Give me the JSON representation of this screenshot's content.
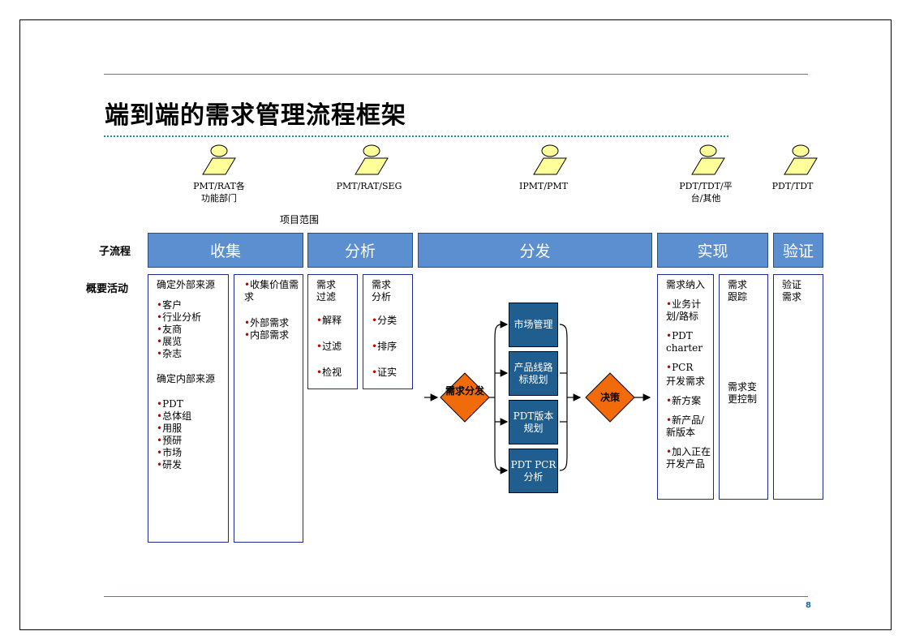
{
  "slide": {
    "title": "端到端的需求管理流程框架",
    "page_number": "8",
    "scope_label": "项目范围",
    "row_labels": {
      "subprocess": "子流程",
      "activities": "概要活动"
    }
  },
  "roles": [
    {
      "label": "PMT/RAT各\n功能部门"
    },
    {
      "label": "PMT/RAT/SEG"
    },
    {
      "label": "IPMT/PMT"
    },
    {
      "label": "PDT/TDT/平\n台/其他"
    },
    {
      "label": "PDT/TDT"
    }
  ],
  "phases": [
    "收集",
    "分析",
    "分发",
    "实现",
    "验证"
  ],
  "collect": {
    "col1": {
      "head1": "确定外部来源",
      "ext": [
        "客户",
        "行业分析",
        "友商",
        "展览",
        "杂志"
      ],
      "head2": "确定内部来源",
      "int": [
        "PDT",
        "总体组",
        "用服",
        "预研",
        "市场",
        "研发"
      ]
    },
    "col2": {
      "items1": [
        "收集价值需求"
      ],
      "items2": [
        "外部需求",
        "内部需求"
      ]
    }
  },
  "analyze": {
    "col1": {
      "head": "需求过滤",
      "items": [
        "解释",
        "过滤",
        "检视"
      ]
    },
    "col2": {
      "head": "需求分析",
      "items": [
        "分类",
        "排序",
        "证实"
      ]
    }
  },
  "distribute": {
    "left_diamond": "需求分发",
    "right_diamond": "决策",
    "boxes": [
      "市场管理",
      "产品线路标规划",
      "PDT版本规划",
      "PDT PCR分析"
    ]
  },
  "implement": {
    "col1": {
      "head": "需求纳入",
      "items1": [
        "业务计划/路标",
        "PDT charter",
        "PCR"
      ],
      "head2": "开发需求",
      "items2": [
        "新方案",
        "新产品/新版本",
        "加入正在开发产品"
      ]
    },
    "col2": {
      "head": "需求跟踪",
      "head2": "需求变更控制"
    }
  },
  "verify": {
    "head": "验证需求"
  },
  "colors": {
    "accent_line": "#169c9c",
    "phase_bar": "#5b8fd0",
    "dist_box": "#1f5e8e",
    "diamond": "#f26b0b",
    "role_icon": "#ffff99",
    "bullet_red": "#c00000"
  }
}
